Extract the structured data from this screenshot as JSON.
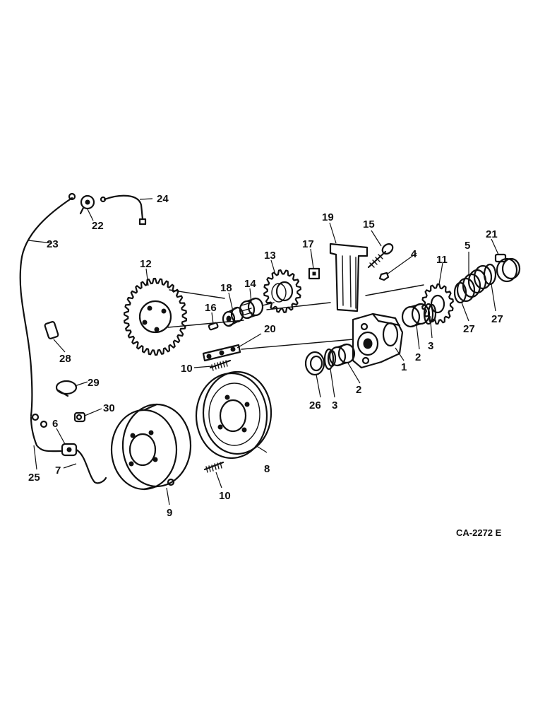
{
  "drawing_code": "CA-2272 E",
  "callouts": {
    "c1": "1",
    "c2a": "2",
    "c2b": "2",
    "c3a": "3",
    "c3b": "3",
    "c4": "4",
    "c5": "5",
    "c6": "6",
    "c7": "7",
    "c8": "8",
    "c9": "9",
    "c10a": "10",
    "c10b": "10",
    "c11": "11",
    "c12": "12",
    "c13": "13",
    "c14": "14",
    "c15": "15",
    "c16": "16",
    "c17": "17",
    "c18": "18",
    "c19": "19",
    "c20": "20",
    "c21": "21",
    "c22": "22",
    "c23": "23",
    "c24": "24",
    "c25": "25",
    "c26": "26",
    "c27a": "27",
    "c27b": "27",
    "c28": "28",
    "c29": "29",
    "c30": "30"
  }
}
